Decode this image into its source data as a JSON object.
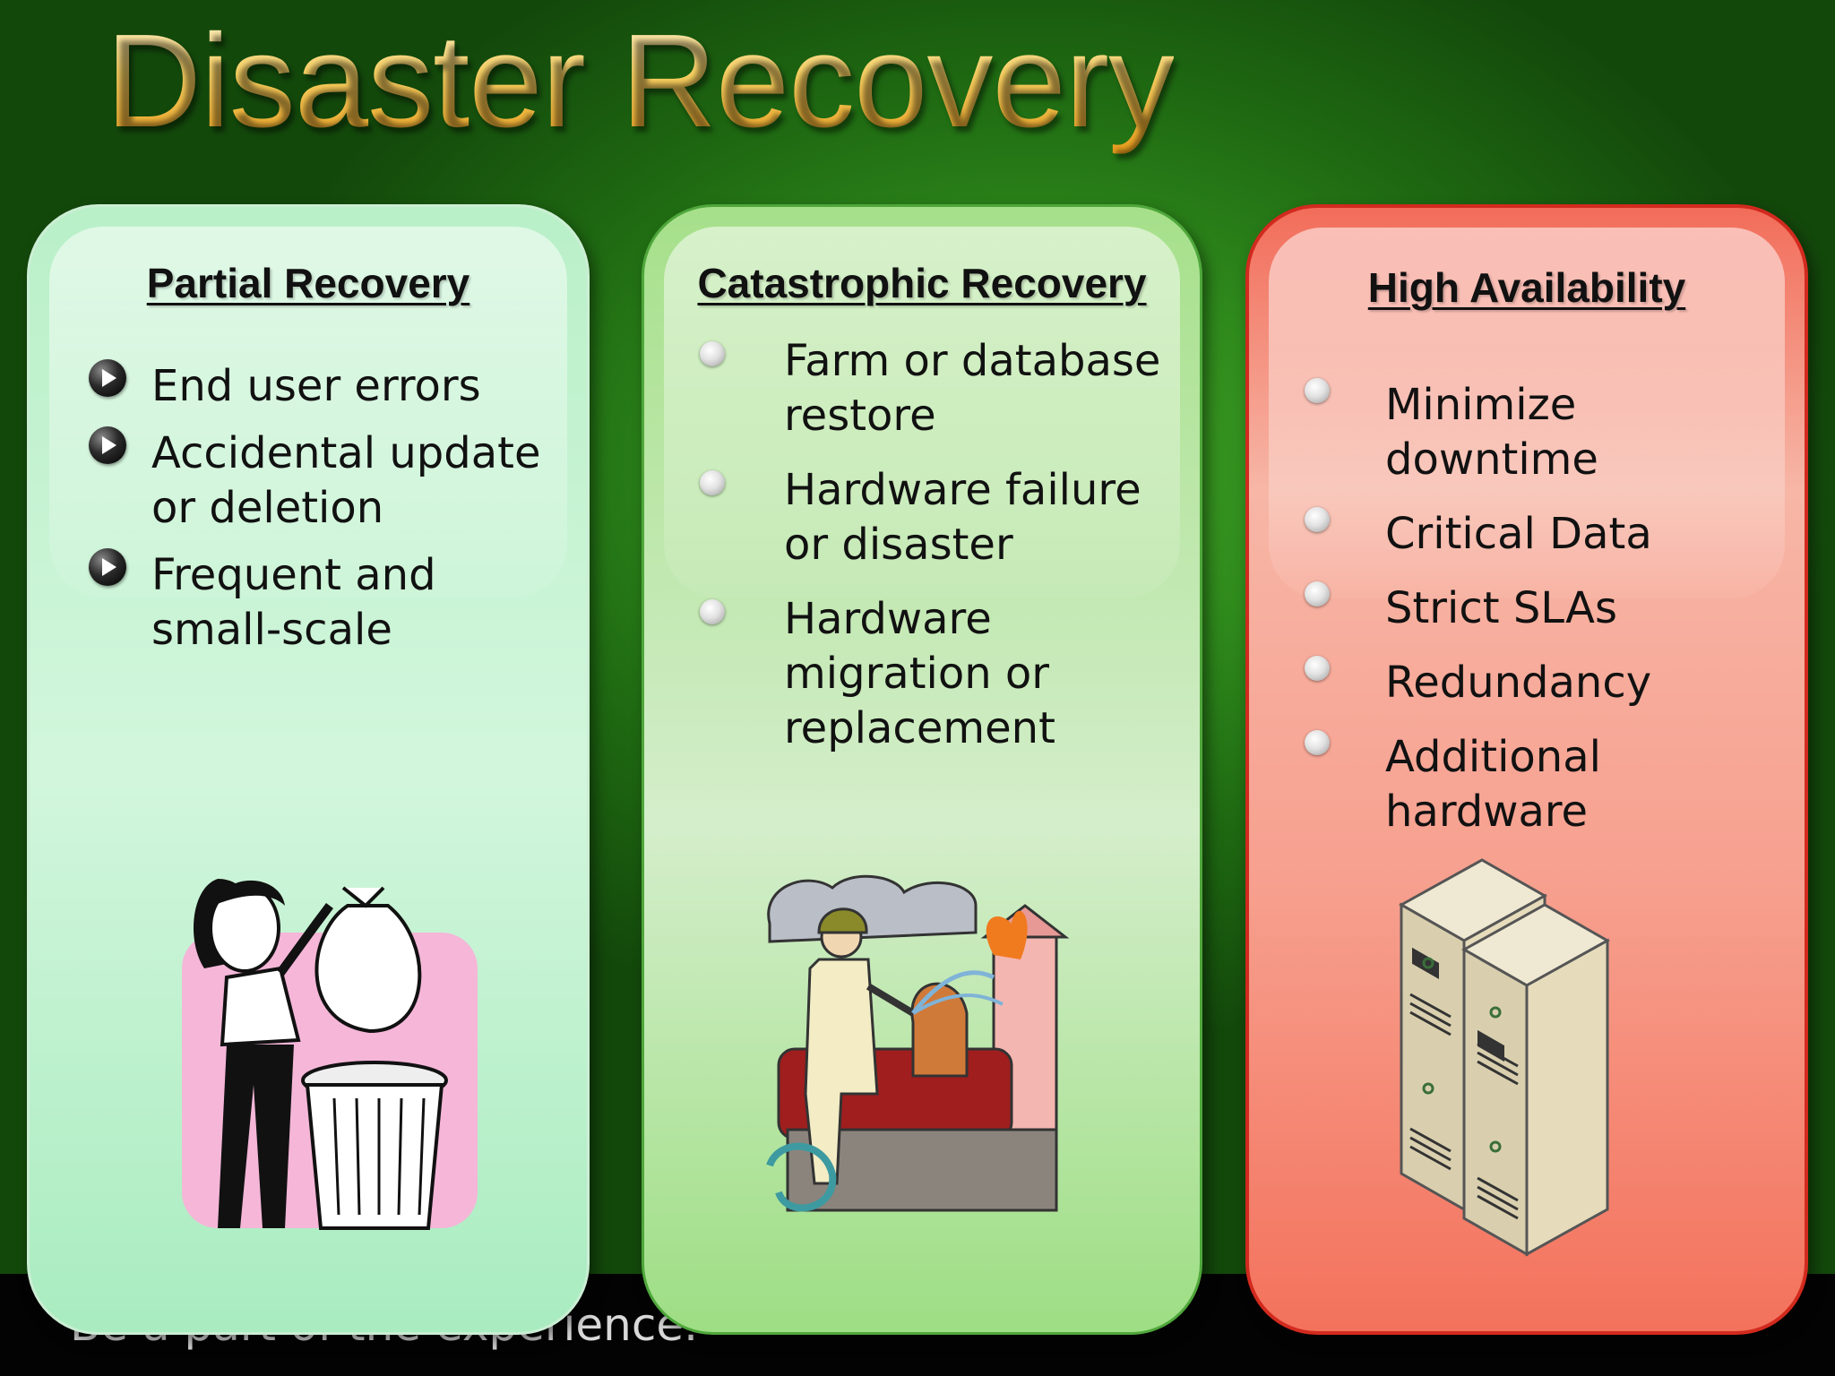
{
  "slide": {
    "title": "Disaster Recovery",
    "footer": "Be a part of the experience."
  },
  "panels": [
    {
      "title": "Partial Recovery",
      "color": "#b9f0c8",
      "bullet_style": "dark-arrow",
      "items": [
        {
          "lines": [
            "End user errors"
          ]
        },
        {
          "lines": [
            "Accidental update",
            "or deletion"
          ]
        },
        {
          "lines": [
            "Frequent and",
            "small-scale"
          ]
        }
      ],
      "illustration": "woman-trash-can-icon"
    },
    {
      "title": "Catastrophic Recovery",
      "color": "#a6e08a",
      "bullet_style": "grey-dot",
      "items": [
        {
          "lines": [
            "Farm or database",
            "restore"
          ]
        },
        {
          "lines": [
            "Hardware failure",
            "or disaster"
          ]
        },
        {
          "lines": [
            "Hardware",
            "migration or",
            "replacement"
          ]
        }
      ],
      "illustration": "firefighter-icon"
    },
    {
      "title": "High Availability",
      "color": "#f26d5a",
      "bullet_style": "grey-dot",
      "items": [
        {
          "lines": [
            "Minimize",
            "downtime"
          ]
        },
        {
          "lines": [
            "Critical Data"
          ]
        },
        {
          "lines": [
            "Strict SLAs"
          ]
        },
        {
          "lines": [
            "Redundancy"
          ]
        },
        {
          "lines": [
            "Additional",
            "hardware"
          ]
        }
      ],
      "illustration": "server-stack-icon"
    }
  ]
}
